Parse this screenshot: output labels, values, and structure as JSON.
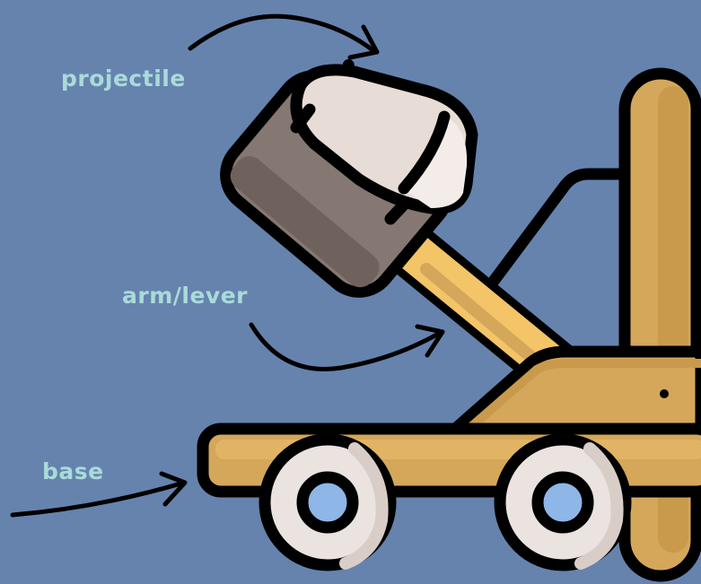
{
  "diagram": {
    "parts": [
      {
        "id": "projectile",
        "label": "projectile"
      },
      {
        "id": "arm",
        "label": "arm/lever"
      },
      {
        "id": "base",
        "label": "base"
      }
    ]
  },
  "colors": {
    "background": "#6683ae",
    "label_text": "#a9dbd8",
    "outline": "#000000",
    "wood": "#d4a75a",
    "wood_light": "#f3c468",
    "bucket": "#857872",
    "bucket_dark": "#6f625d",
    "stone": "#e7dcd6",
    "stone_light": "#f3ece8",
    "wheel": "#ebe3e0",
    "hub": "#8eb6e6"
  },
  "icons": [
    "arrow-icon",
    "catapult-icon"
  ]
}
